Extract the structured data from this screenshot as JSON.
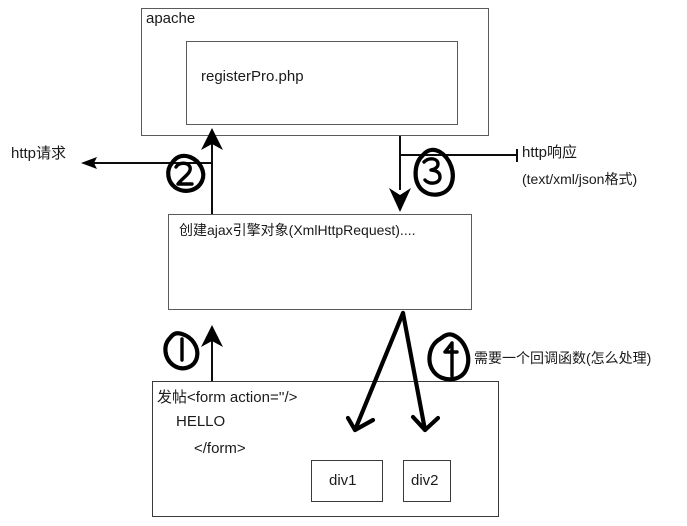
{
  "diagram": {
    "title": "AJAX request/response flow",
    "apache": {
      "label": "apache",
      "inner_box_label": "registerPro.php"
    },
    "ajax_engine": {
      "label": "创建ajax引擎对象(XmlHttpRequest)...."
    },
    "page": {
      "form_line_1": "发帖<form action=''/>",
      "form_line_2": "HELLO",
      "form_line_3": "</form>",
      "div1_label": "div1",
      "div2_label": "div2"
    },
    "annotations": {
      "http_request": "http请求",
      "http_response": "http响应",
      "response_format": "(text/xml/json格式)",
      "callback_note": "需要一个回调函数(怎么处理)"
    },
    "step_markers": [
      {
        "number": "1",
        "meaning": "form submit into ajax engine"
      },
      {
        "number": "2",
        "meaning": "ajax engine sends http request to apache"
      },
      {
        "number": "3",
        "meaning": "apache returns http response to ajax engine"
      },
      {
        "number": "4",
        "meaning": "callback updates div1 and div2"
      }
    ],
    "colors": {
      "background": "#ffffff",
      "box_border": "#5a5a5a",
      "text": "#1a1a1a",
      "ink": "#000000"
    }
  }
}
